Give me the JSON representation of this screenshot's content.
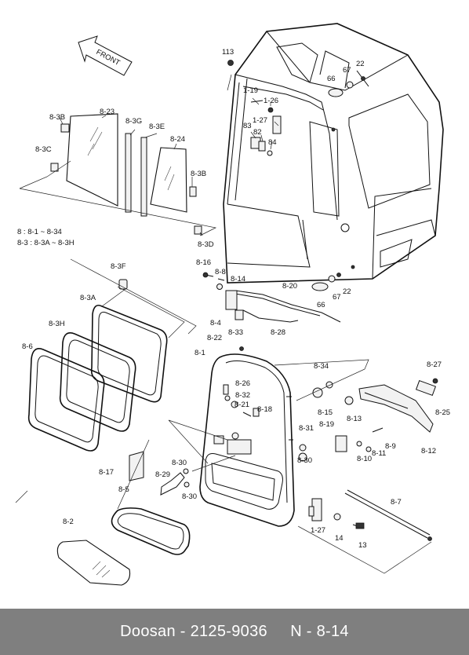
{
  "diagram": {
    "front_arrow": "FRONT",
    "legend": [
      "8 : 8-1 ~ 8-34",
      "8-3 : 8-3A ~ 8-3H"
    ],
    "labels": {
      "l113": "113",
      "l22a": "22",
      "l67a": "67",
      "l66a": "66",
      "l1_19": "1-19",
      "l1_26": "1-26",
      "l1_27a": "1-27",
      "l83": "83",
      "l82": "82",
      "l84": "84",
      "l8_3B_top": "8-3B",
      "l8_23": "8-23",
      "l8_3G": "8-3G",
      "l8_3E": "8-3E",
      "l8_24": "8-24",
      "l8_3C": "8-3C",
      "l8_3B_right": "8-3B",
      "l8_3D": "8-3D",
      "l8_16": "8-16",
      "l8_8": "8-8",
      "l8_14": "8-14",
      "l8_20": "8-20",
      "l66b": "66",
      "l67b": "67",
      "l22b": "22",
      "l8_3F": "8-3F",
      "l8_3A": "8-3A",
      "l8_4": "8-4",
      "l8_33": "8-33",
      "l8_28": "8-28",
      "l8_3H": "8-3H",
      "l8_6": "8-6",
      "l8_22": "8-22",
      "l8_1": "8-1",
      "l8_34": "8-34",
      "l8_27": "8-27",
      "l8_26": "8-26",
      "l8_32": "8-32",
      "l8_21": "8-21",
      "l8_18": "8-18",
      "l8_15": "8-15",
      "l8_13": "8-13",
      "l8_25": "8-25",
      "l8_31": "8-31",
      "l8_19": "8-19",
      "l8_9": "8-9",
      "l8_11": "8-11",
      "l8_10": "8-10",
      "l8_30a": "8-30",
      "l8_12": "8-12",
      "l8_17": "8-17",
      "l8_30b": "8-30",
      "l8_29": "8-29",
      "l8_30c": "8-30",
      "l8_5": "8-5",
      "l8_7": "8-7",
      "l1_27b": "1-27",
      "l14": "14",
      "l13": "13",
      "l8_2": "8-2"
    }
  },
  "footer": {
    "text": "Doosan - 2125-9036     N - 8-14"
  }
}
